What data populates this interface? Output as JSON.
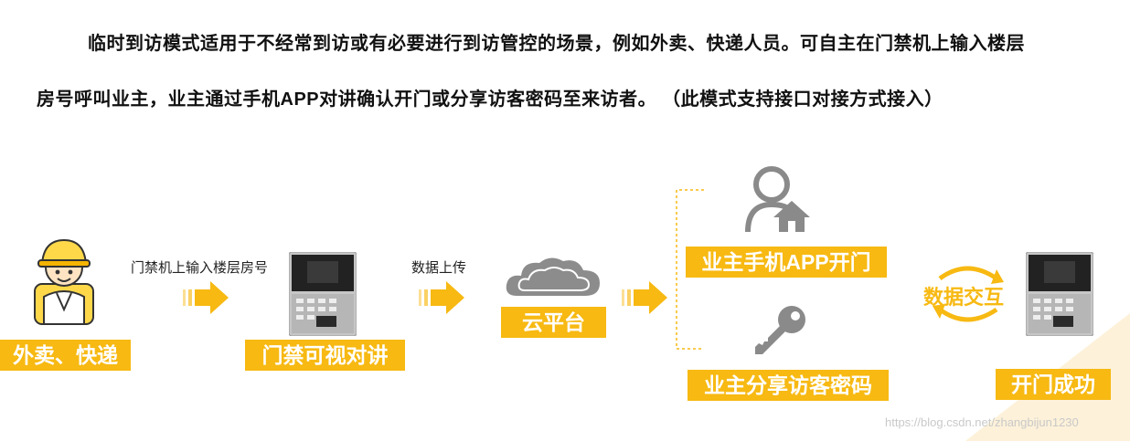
{
  "intro": {
    "text": "临时到访模式适用于不经常到访或有必要进行到访管控的场景，例如外卖、快递人员。可自主在门禁机上输入楼层房号呼叫业主，业主通过手机APP对讲确认开门或分享访客密码至来访者。  （此模式支持接口对接方式接入）"
  },
  "flow": {
    "visitor_label": "外卖、快递",
    "step1_label": "门禁机上输入楼层房号",
    "device_label": "门禁可视对讲",
    "step2_label": "数据上传",
    "cloud_label": "云平台",
    "owner_app_label": "业主手机APP开门",
    "owner_share_label": "业主分享访客密码",
    "exchange_label": "数据交互",
    "success_label": "开门成功"
  },
  "watermark": "https://blog.csdn.net/zhangbijun1230",
  "colors": {
    "accent": "#f7b912",
    "arrow": "#f7b912",
    "icon_gray": "#8a8a8a"
  }
}
